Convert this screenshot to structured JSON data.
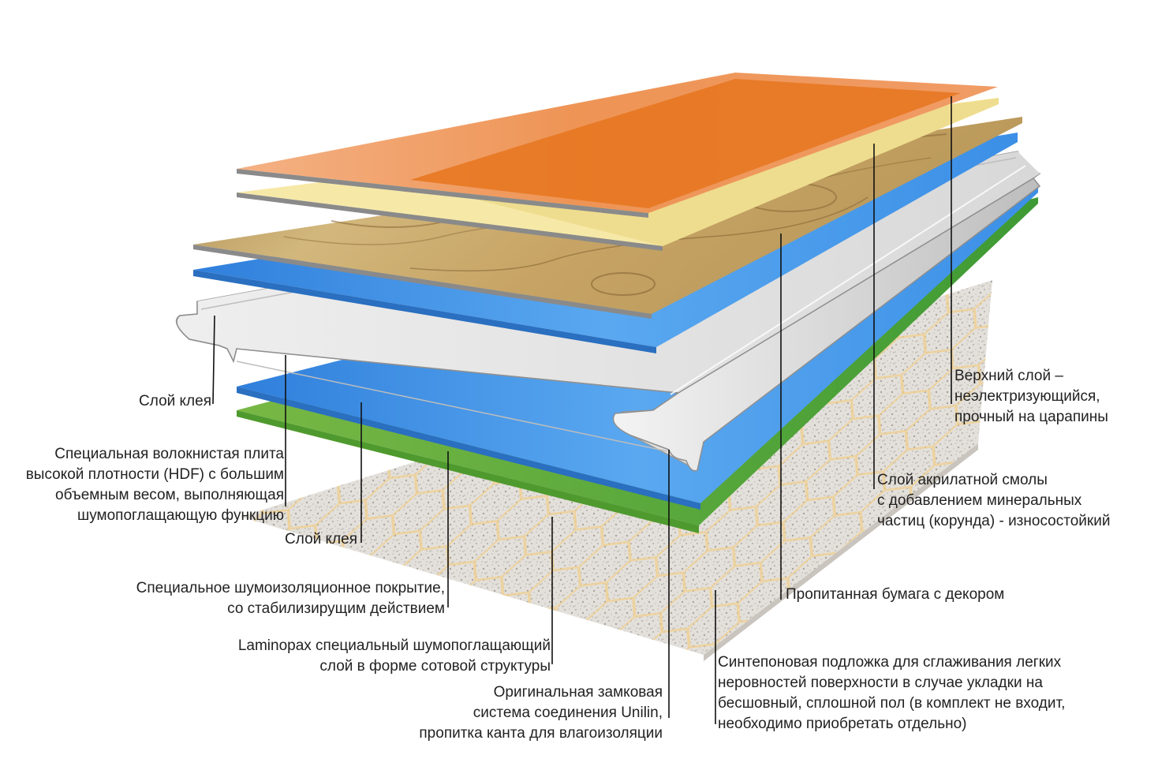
{
  "labels": {
    "glue_top": [
      "Слой клея"
    ],
    "hdf": [
      "Специальная волокнистая плита",
      "высокой плотности (HDF) с большим",
      "объемным весом, выполняющая",
      "шумопоглащающую функцию"
    ],
    "glue_bottom": [
      "Слой клея"
    ],
    "noise_coating": [
      "Специальное шумоизоляционное покрытие,",
      "со стабилизирущим действием"
    ],
    "laminopax": [
      "Laminopax специальный шумопоглащающий",
      "слой в форме сотовой структуры"
    ],
    "lock": [
      "Оригинальная замковая",
      "система соединения Unilin,",
      "пропитка канта для влагоизоляции"
    ],
    "top_layer": [
      "Верхний слой –",
      "неэлектризующийся,",
      "прочный на царапины"
    ],
    "acrylic": [
      "Слой акрилатной смолы",
      "с добавлением минеральных",
      "частиц (корунда) - износостойкий"
    ],
    "decor_paper": [
      "Пропитанная бумага с декором"
    ],
    "underlay": [
      "Синтепоновая подложка для сглаживания легких",
      "неровностей поверхности в случае укладки на",
      "бесшовный, сплошной пол (в комплект не входит,",
      "необходимо приобретать отдельно)"
    ]
  },
  "colors": {
    "top_layer": "#f0a070",
    "top_layer_inner": "#e77a22",
    "acrylic": "#f4e7a6",
    "decor_wood": "#c9a968",
    "blue": "#3f93e8",
    "hdf": "#e4e4e4",
    "green": "#7dbb45",
    "underlay": "#dedbd6",
    "honeycomb": "#f0cf8e",
    "leader": "#111111"
  }
}
